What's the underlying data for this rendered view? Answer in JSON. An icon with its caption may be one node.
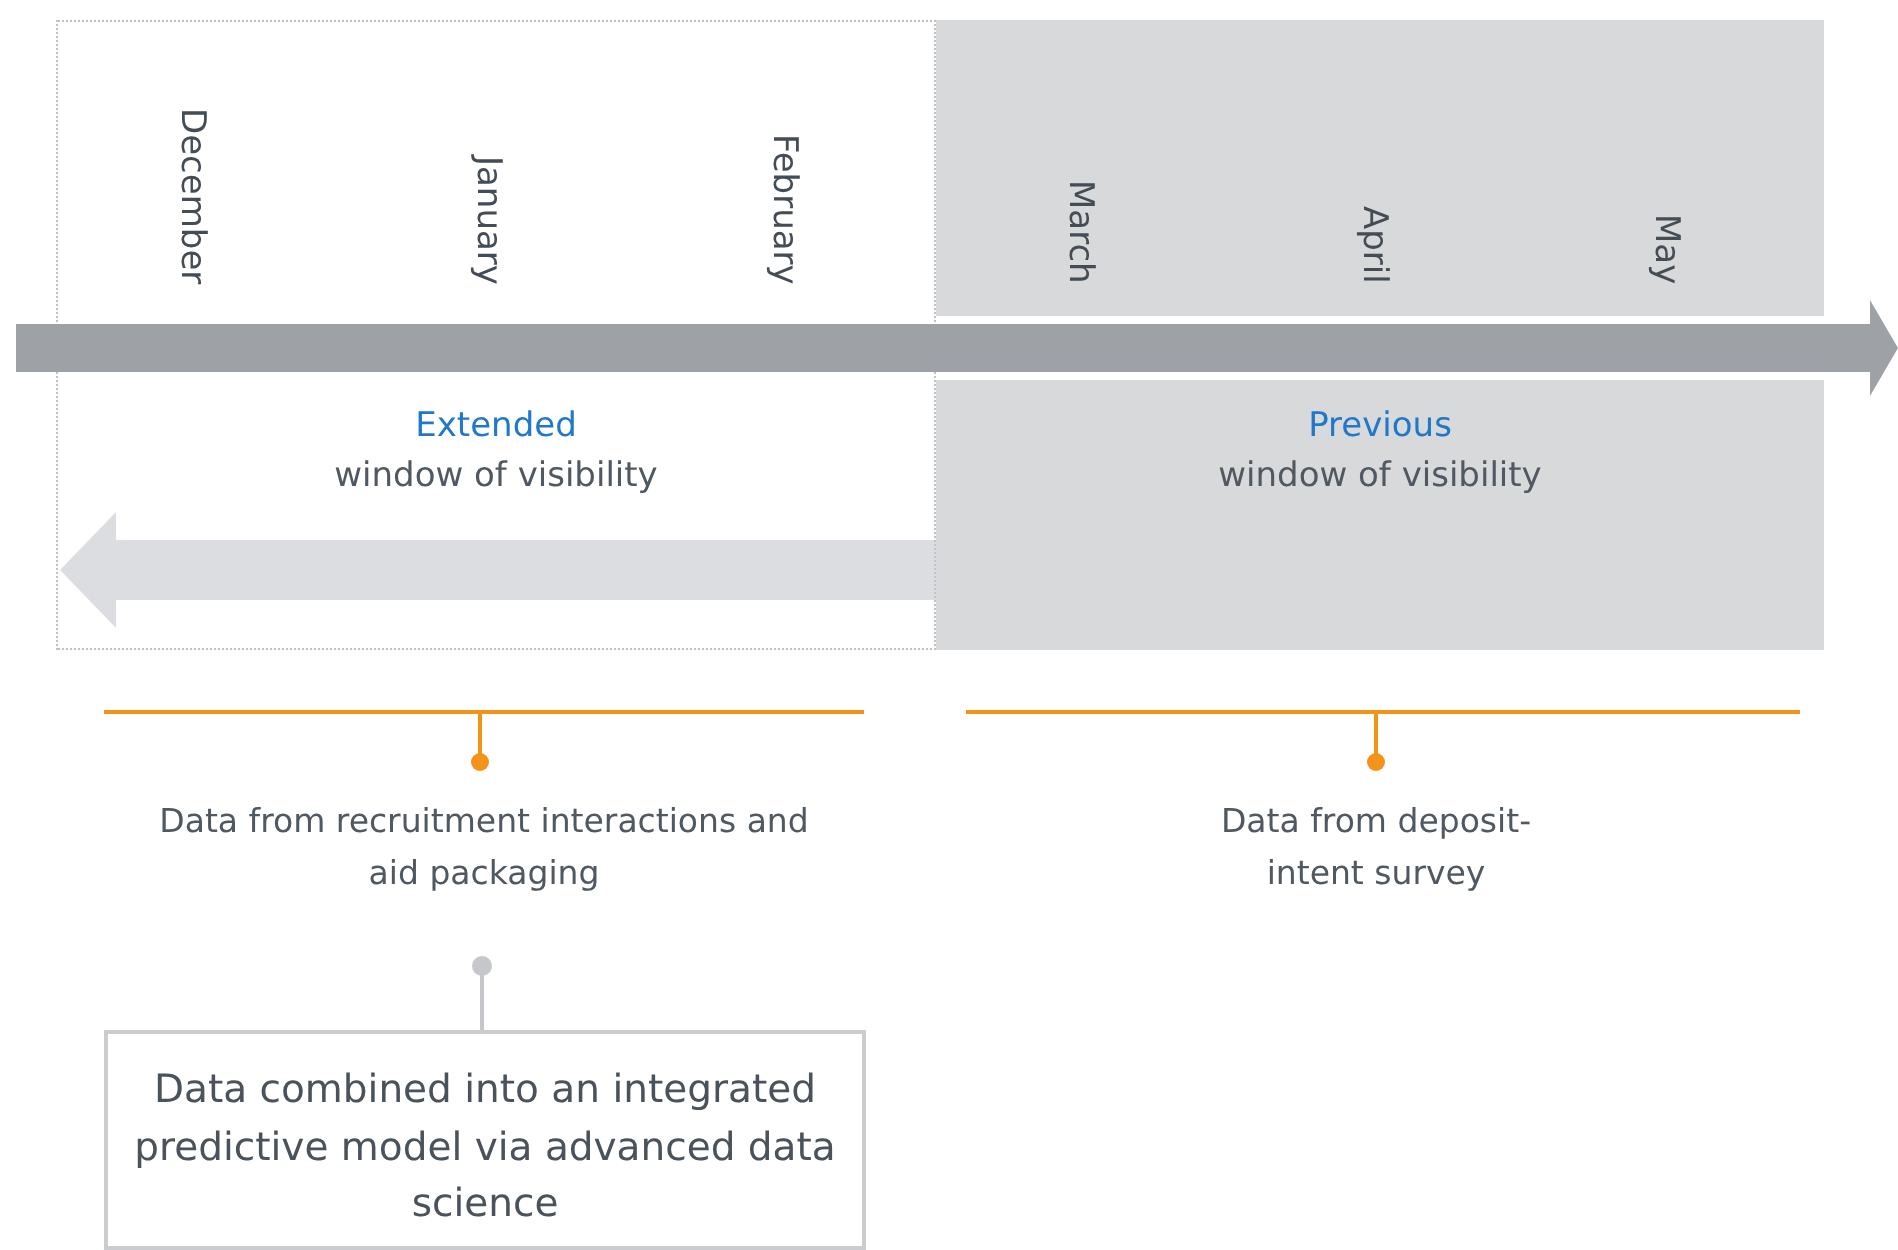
{
  "diagram": {
    "nodes": [
      {
        "text": [
          "Extended",
          "window of visibility"
        ]
      },
      {
        "text": [
          "Previous",
          "window of visibility"
        ]
      },
      {
        "text": [
          "Data from recruitment interactions and aid packaging"
        ]
      },
      {
        "text": [
          "Data from deposit-intent survey"
        ]
      },
      {
        "text": [
          "Data combined into an integrated predictive model via advanced data science"
        ]
      }
    ],
    "edges": [
      {
        "from": 2,
        "to": 4,
        "arrow": "other"
      }
    ],
    "labels": [
      "December",
      "January",
      "February",
      "March",
      "April",
      "May"
    ]
  }
}
